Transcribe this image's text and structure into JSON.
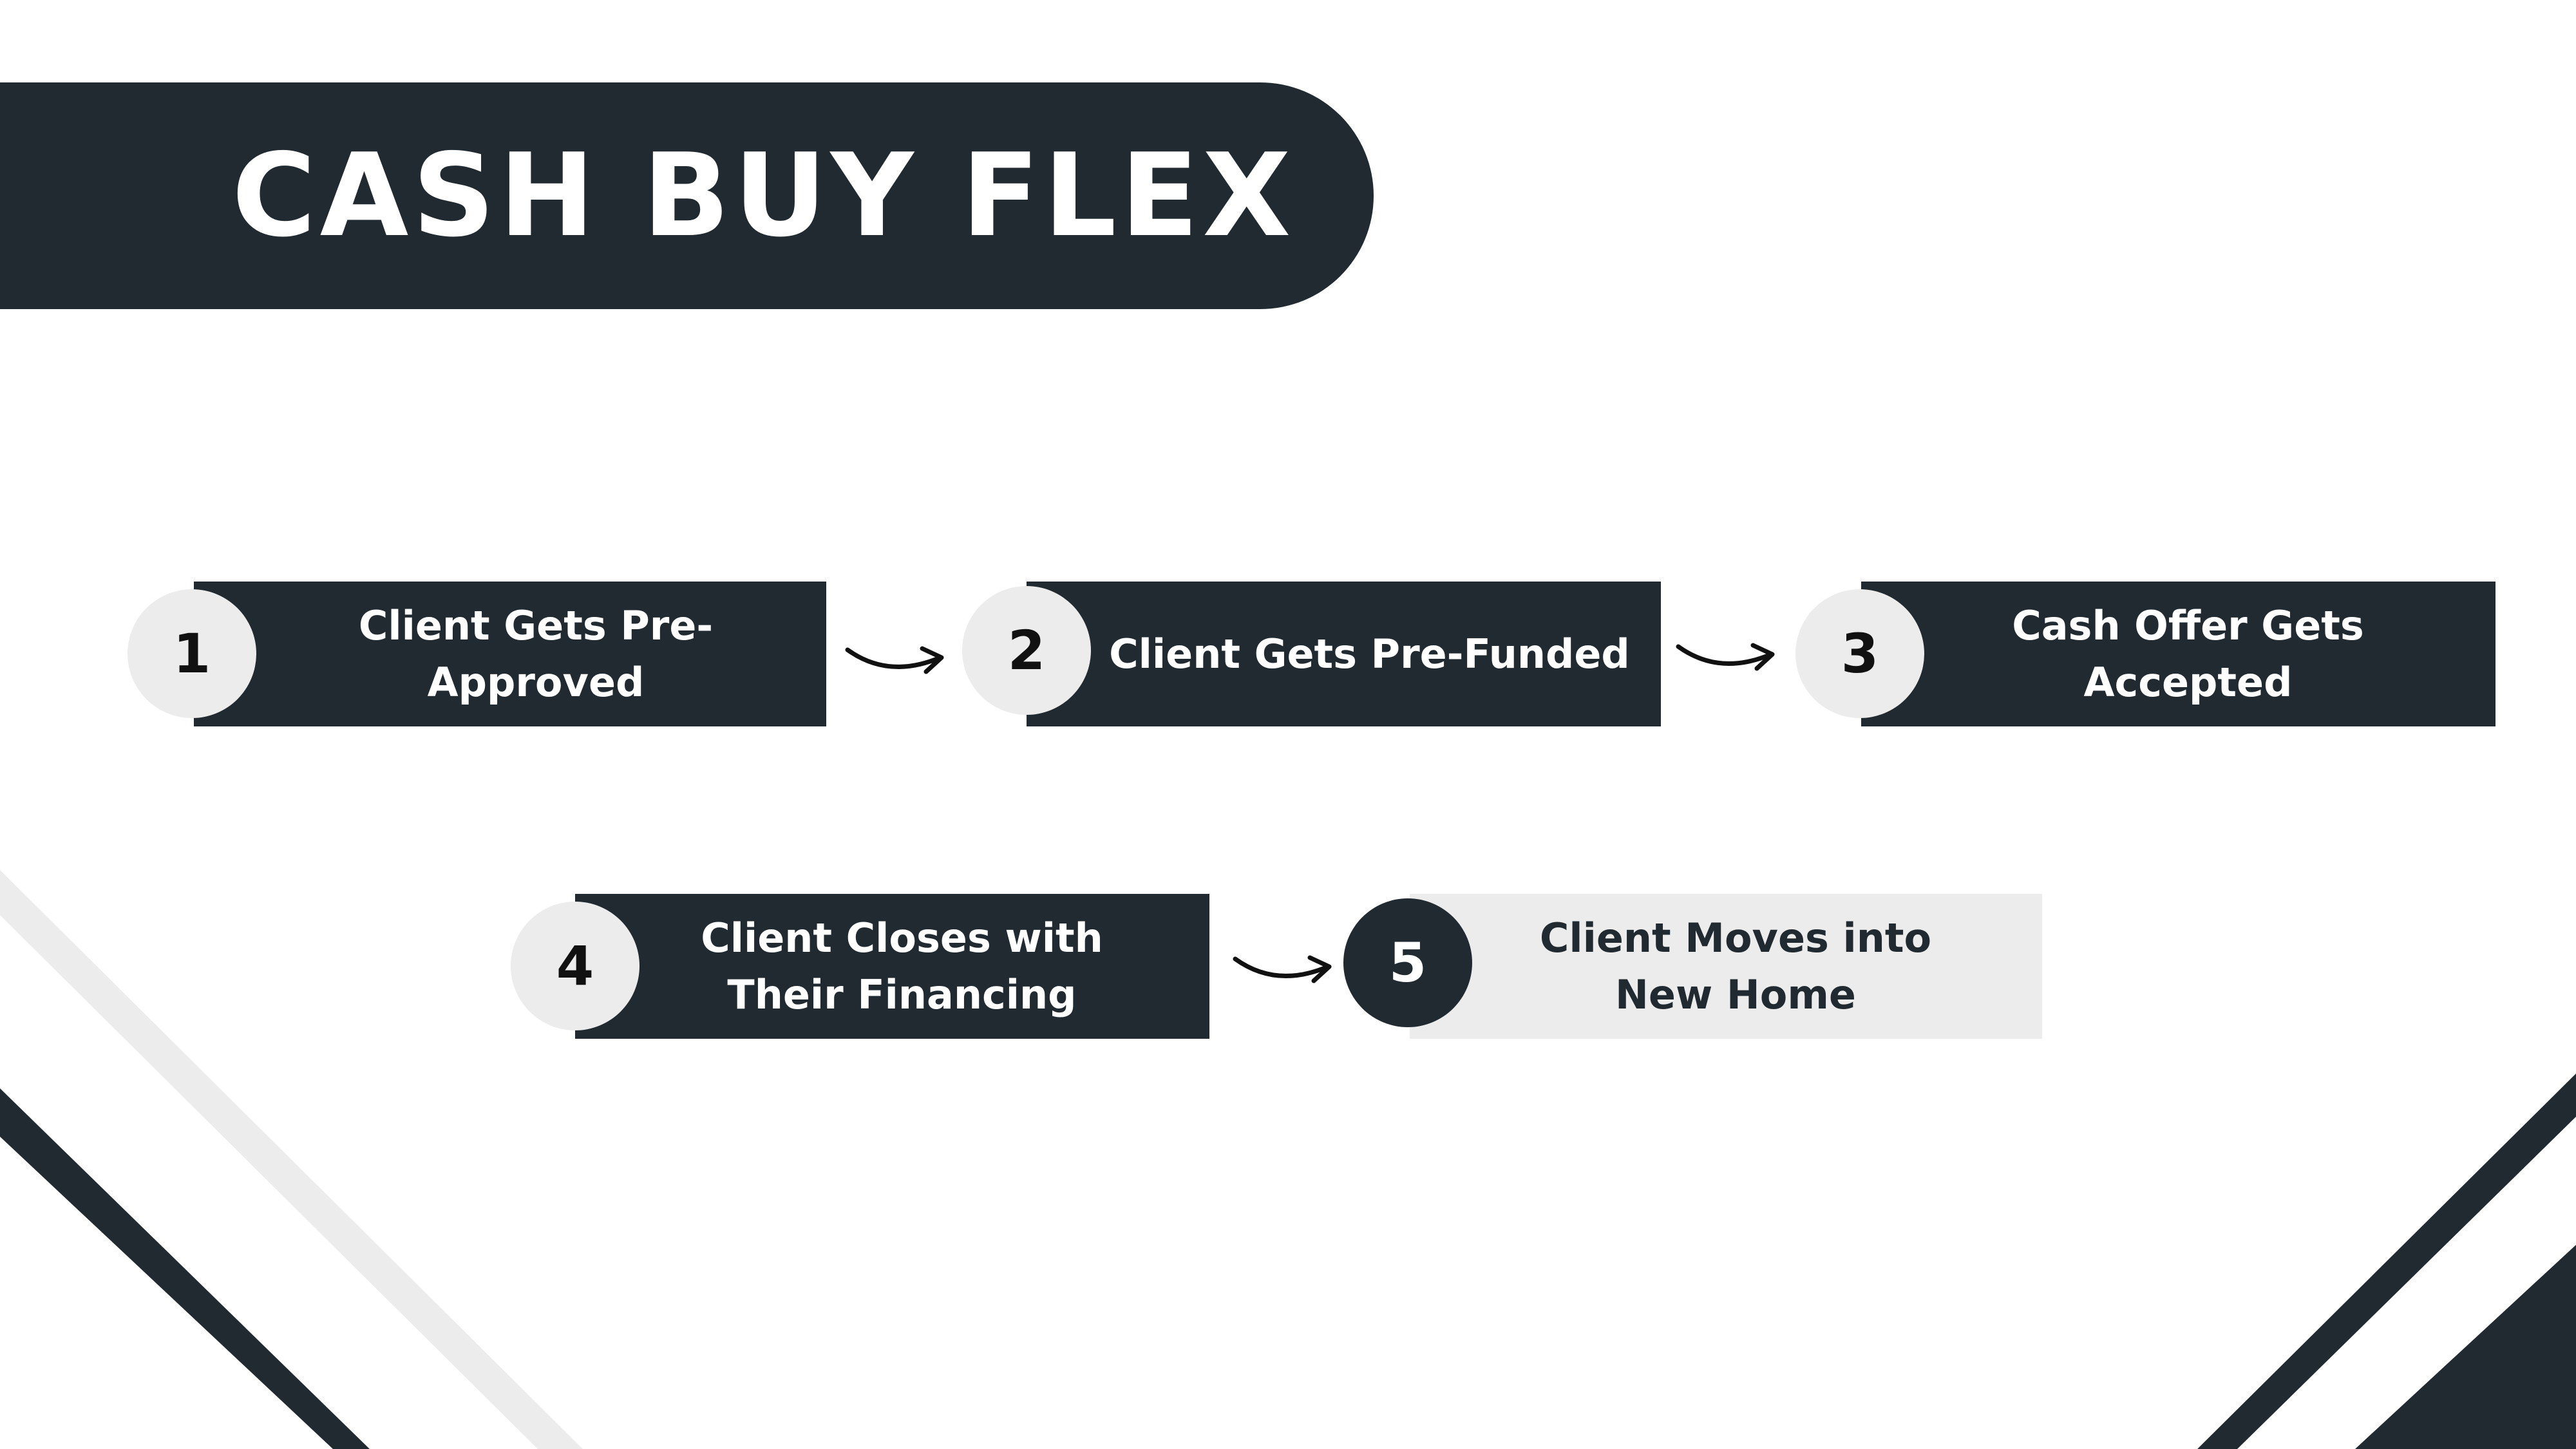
{
  "title": "CASH BUY FLEX",
  "steps": [
    {
      "number": "1",
      "label": "Client Gets Pre-Approved"
    },
    {
      "number": "2",
      "label": "Client Gets Pre-Funded"
    },
    {
      "number": "3",
      "label": "Cash Offer Gets Accepted"
    },
    {
      "number": "4",
      "label": "Client Closes with Their Financing"
    },
    {
      "number": "5",
      "label": "Client Moves into New Home"
    }
  ],
  "colors": {
    "dark": "#212a31",
    "light": "#ececec",
    "background": "#ffffff"
  }
}
